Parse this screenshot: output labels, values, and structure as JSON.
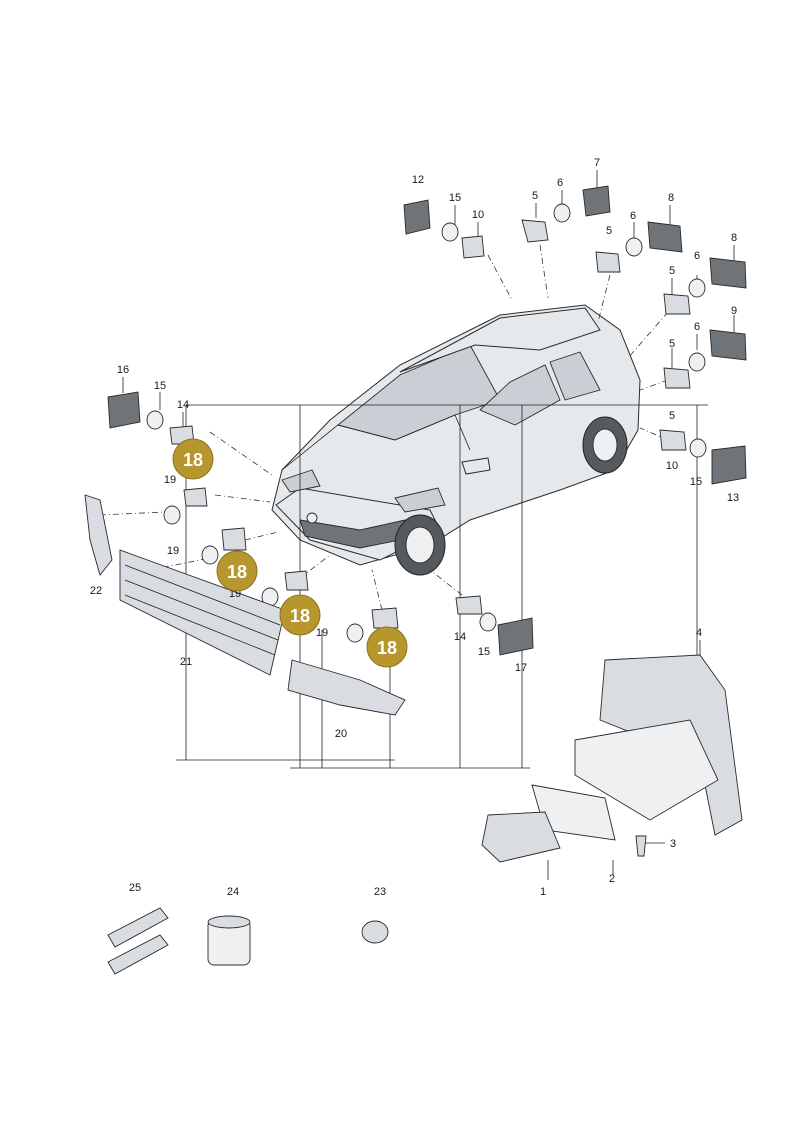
{
  "labels": {
    "p1": "1",
    "p2": "2",
    "p3": "3",
    "p4": "4",
    "p5a": "5",
    "p5b": "5",
    "p5c": "5",
    "p5d": "5",
    "p5e": "5",
    "p6a": "6",
    "p6b": "6",
    "p6c": "6",
    "p6d": "6",
    "p7": "7",
    "p8a": "8",
    "p8b": "8",
    "p9": "9",
    "p10a": "10",
    "p10b": "10",
    "p12": "12",
    "p13": "13",
    "p14a": "14",
    "p14b": "14",
    "p15a": "15",
    "p15b": "15",
    "p15c": "15",
    "p15d": "15",
    "p16": "16",
    "p17": "17",
    "p19a": "19",
    "p19b": "19",
    "p19c": "19",
    "p19d": "19",
    "p20": "20",
    "p21": "21",
    "p22": "22",
    "p23": "23",
    "p24": "24",
    "p25": "25"
  },
  "badges": {
    "b1": "18",
    "b2": "18",
    "b3": "18",
    "b4": "18"
  },
  "colors": {
    "badge": "#b8962e",
    "line": "#222222"
  }
}
